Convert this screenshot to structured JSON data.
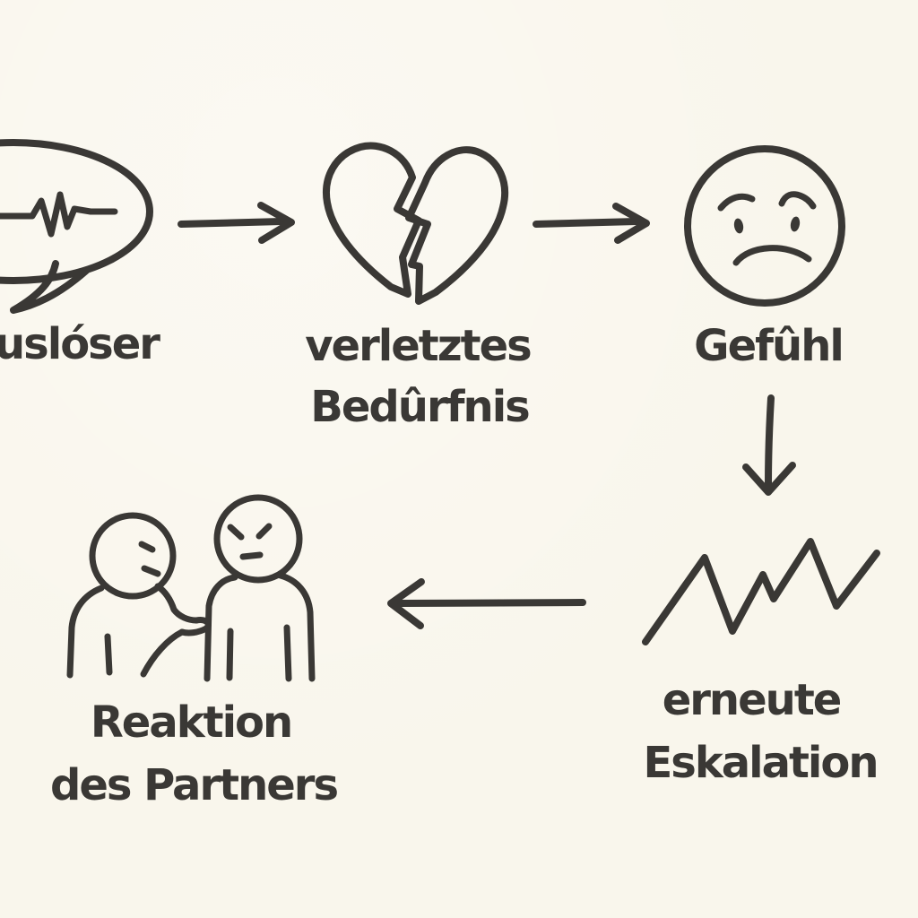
{
  "colors": {
    "paper": "#f9f6ec",
    "ink": "#3a3835"
  },
  "diagram": {
    "type": "hand-drawn-flow",
    "language": "de"
  },
  "nodes": [
    {
      "id": "trigger",
      "icon": "speech-bubble-heartbeat-icon",
      "lines": [
        "uslóser"
      ]
    },
    {
      "id": "hurt-need",
      "icon": "broken-heart-icon",
      "lines": [
        "verletztes",
        "Bedûrfnis"
      ]
    },
    {
      "id": "feeling",
      "icon": "sad-face-icon",
      "lines": [
        "Gefûhl"
      ]
    },
    {
      "id": "escalation",
      "icon": "escalation-zigzag-icon",
      "lines": [
        "erneute",
        "Eskalation"
      ]
    },
    {
      "id": "partner-reaction",
      "icon": "two-figures-icon",
      "lines": [
        "Reaktion",
        "des Partners"
      ]
    }
  ],
  "arrows": [
    {
      "id": "arrow-1",
      "direction": "right",
      "from": "trigger",
      "to": "hurt-need"
    },
    {
      "id": "arrow-2",
      "direction": "right",
      "from": "hurt-need",
      "to": "feeling"
    },
    {
      "id": "arrow-3",
      "direction": "down",
      "from": "feeling",
      "to": "escalation"
    },
    {
      "id": "arrow-4",
      "direction": "left",
      "from": "escalation",
      "to": "partner-reaction"
    }
  ]
}
